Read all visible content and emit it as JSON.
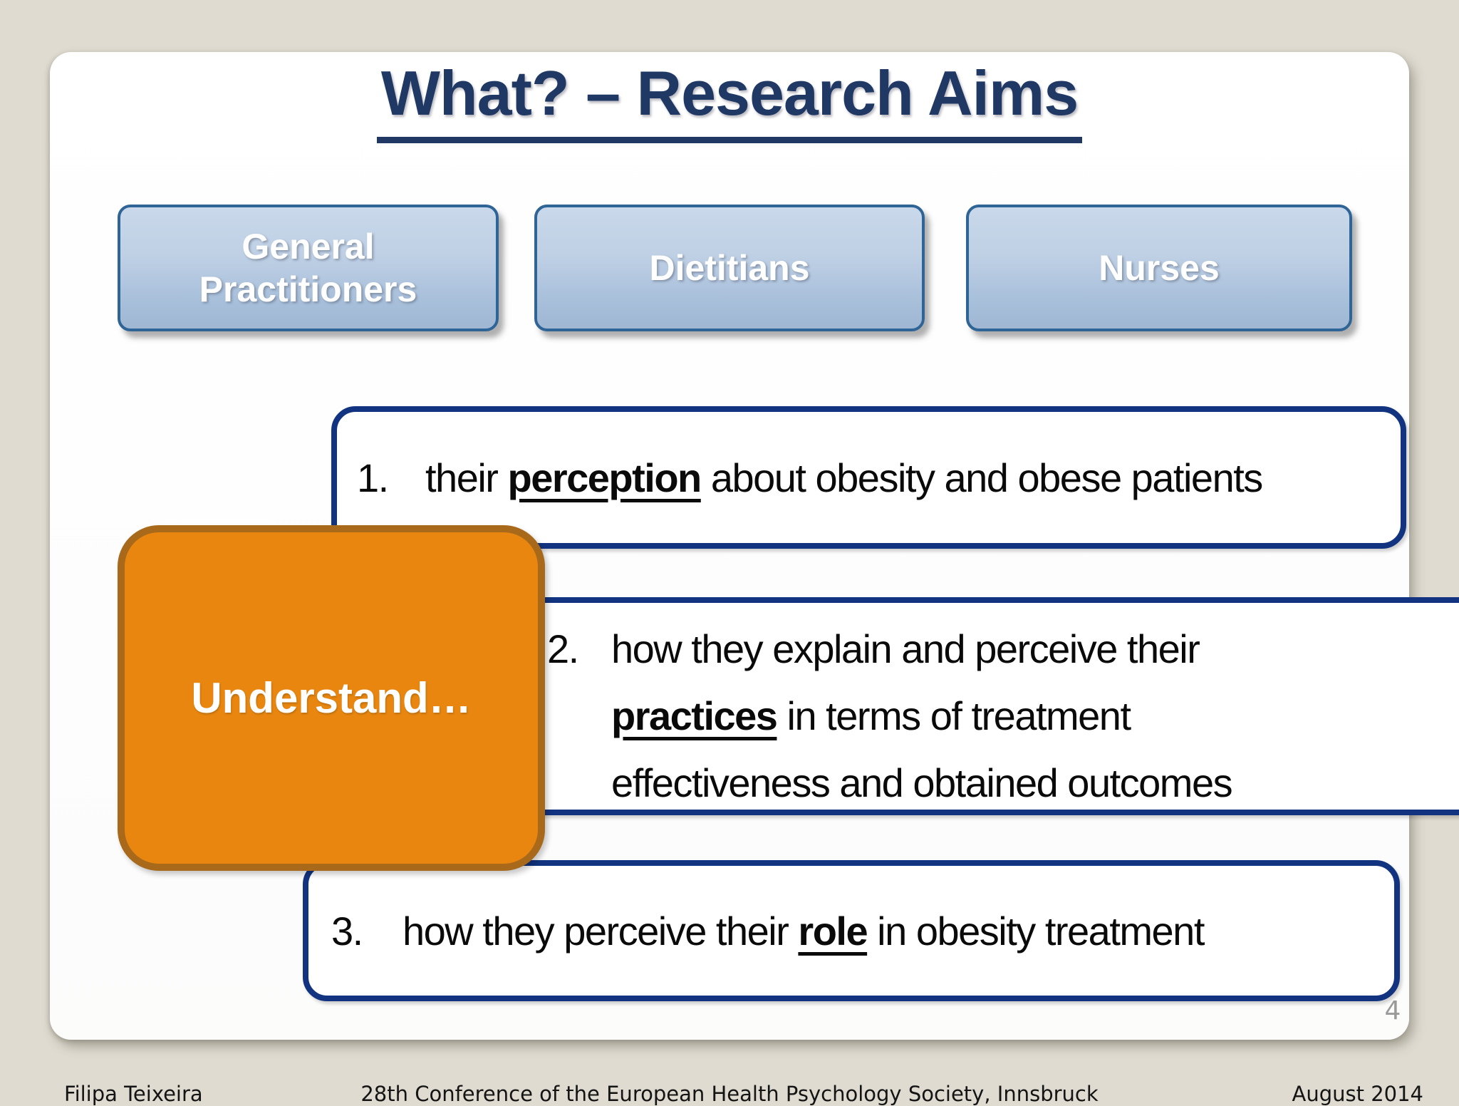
{
  "slide": {
    "title": "What? – Research Aims",
    "categories": [
      {
        "label": "General Practitioners"
      },
      {
        "label": "Dietitians"
      },
      {
        "label": "Nurses"
      }
    ],
    "understand_box": {
      "label": "Understand…"
    },
    "aims": [
      {
        "number": "1.",
        "pre": "their ",
        "keyword": "perception",
        "post": " about obesity and obese patients"
      },
      {
        "number": "2.",
        "pre": "how they explain and perceive their ",
        "keyword": "practices",
        "post": " in terms of treatment effectiveness and obtained outcomes"
      },
      {
        "number": "3.",
        "pre": "how they perceive their ",
        "keyword": "role",
        "post": " in obesity treatment"
      }
    ],
    "page_number": "4"
  },
  "footer": {
    "author": "Filipa Teixeira",
    "conference": "28th Conference of the European Health Psychology Society, Innsbruck",
    "date": "August 2014"
  },
  "colors": {
    "background": "#DFDBD0",
    "slide_bg": "#FEFEFE",
    "title_navy": "#1F3864",
    "box_border_navy": "#123480",
    "orange_fill": "#E9860F",
    "orange_border": "#A8691B",
    "button_border": "#2F6496",
    "button_gradient_top": "#C9D8EA",
    "button_gradient_bottom": "#9FB7D3",
    "page_number_gray": "#9A9A9A"
  }
}
